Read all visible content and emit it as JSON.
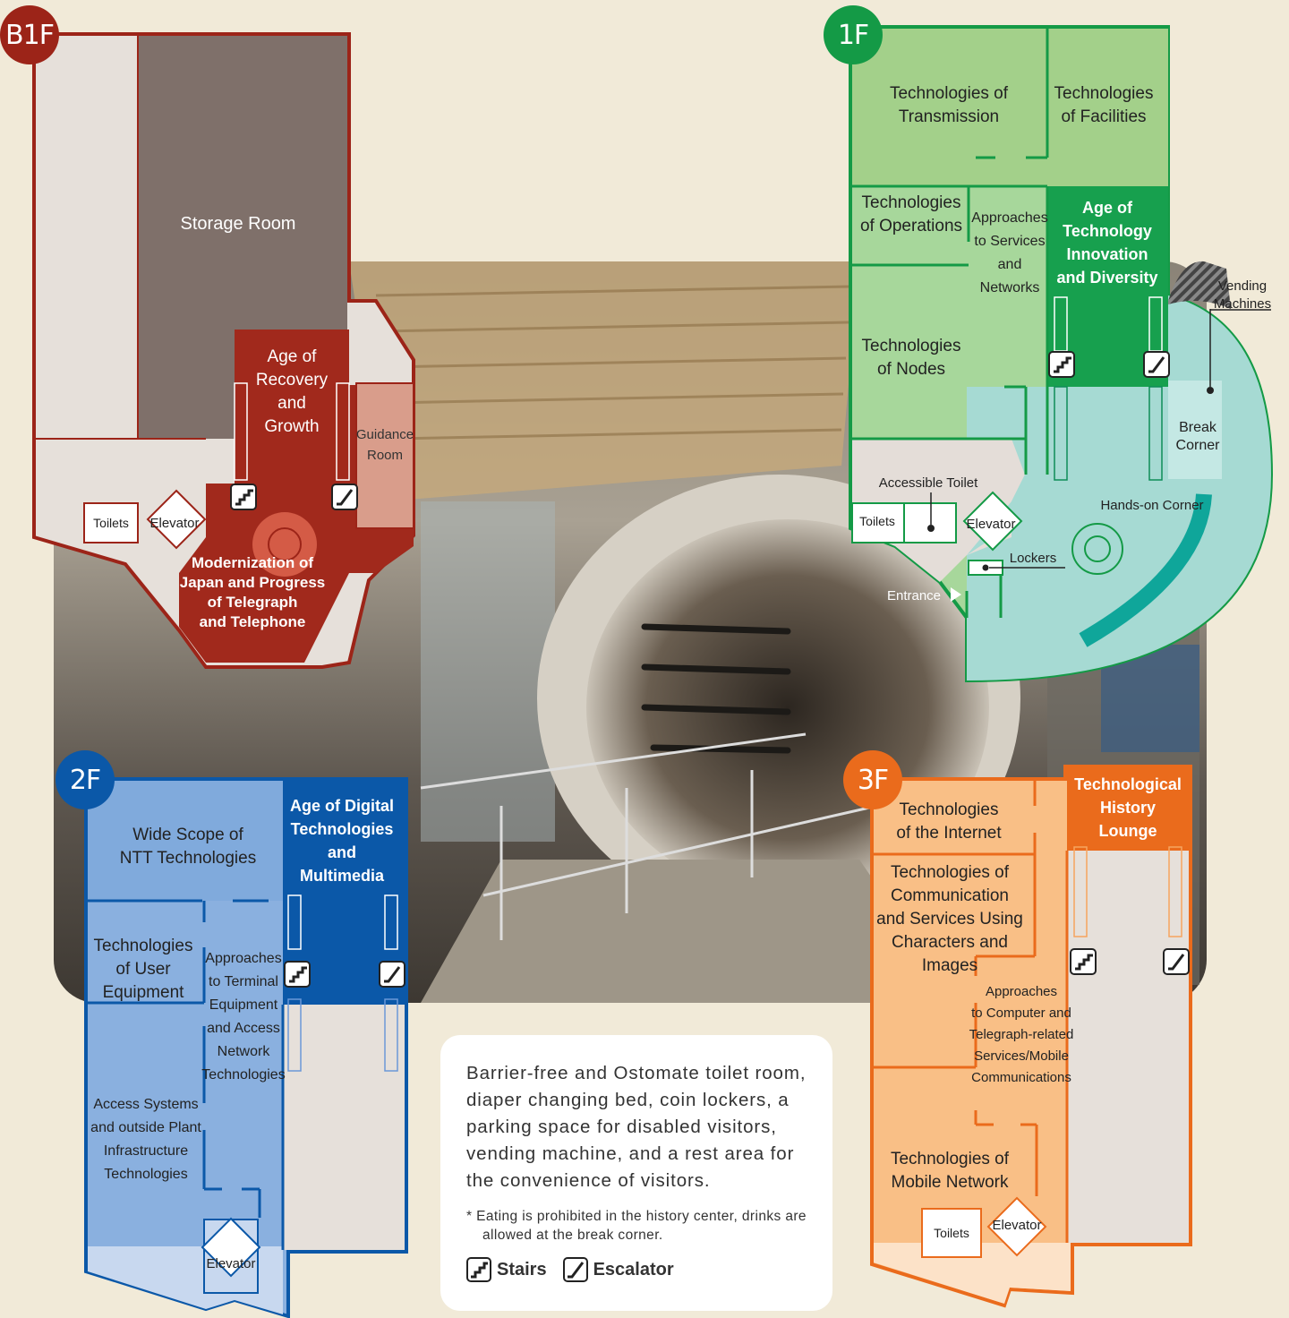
{
  "floors": {
    "b1f": {
      "badge": "B1F",
      "color": "#9c2418",
      "rooms": {
        "storage": "Storage Room",
        "recovery": [
          "Age of",
          "Recovery",
          "and",
          "Growth"
        ],
        "guidance": [
          "Guidance",
          "Room"
        ],
        "toilets": "Toilets",
        "elevator": "Elevator",
        "modern": [
          "Modernization of",
          "Japan and Progress",
          "of Telegraph",
          "and Telephone"
        ]
      }
    },
    "f1": {
      "badge": "1F",
      "color": "#149a46",
      "rooms": {
        "transmission": [
          "Technologies of",
          "Transmission"
        ],
        "facilities": [
          "Technologies",
          "of Facilities"
        ],
        "operations": [
          "Technologies",
          "of Operations"
        ],
        "approaches": [
          "Approaches",
          "to Services",
          "and",
          "Networks"
        ],
        "innovation": [
          "Age of",
          "Technology",
          "Innovation",
          "and Diversity"
        ],
        "nodes": [
          "Technologies",
          "of Nodes"
        ],
        "vending": [
          "Vending",
          "Machines"
        ],
        "break": [
          "Break",
          "Corner"
        ],
        "accessible": "Accessible Toilet",
        "toilets": "Toilets",
        "elevator": "Elevator",
        "handson": "Hands-on Corner",
        "lockers": "Lockers",
        "entrance": "Entrance"
      }
    },
    "f2": {
      "badge": "2F",
      "color": "#0b58a8",
      "rooms": {
        "wide": [
          "Wide Scope of",
          "NTT Technologies"
        ],
        "digital": [
          "Age of Digital",
          "Technologies",
          "and",
          "Multimedia"
        ],
        "user": [
          "Technologies",
          "of User",
          "Equipment"
        ],
        "terminal": [
          "Approaches",
          "to Terminal",
          "Equipment",
          "and Access",
          "Network",
          "Technologies"
        ],
        "access": [
          "Access Systems",
          "and outside Plant",
          "Infrastructure",
          "Technologies"
        ],
        "elevator": "Elevator"
      }
    },
    "f3": {
      "badge": "3F",
      "color": "#ea6b1c",
      "rooms": {
        "internet": [
          "Technologies",
          "of the Internet"
        ],
        "lounge": [
          "Technological",
          "History",
          "Lounge"
        ],
        "communication": [
          "Technologies of",
          "Communication",
          "and Services Using",
          "Characters and",
          "Images"
        ],
        "computer": [
          "Approaches",
          "to Computer and",
          "Telegraph-related",
          "Services/Mobile",
          "Communications"
        ],
        "mobile": [
          "Technologies of",
          "Mobile Network"
        ],
        "toilets": "Toilets",
        "elevator": "Elevator"
      }
    }
  },
  "info": {
    "text": "Barrier-free and Ostomate toilet room, diaper changing bed, coin lockers, a parking space for disabled visitors, vending machine, and a rest area for the convenience of visitors.",
    "note": "* Eating is prohibited in the history center, drinks are allowed at the break corner.",
    "legend_stairs": "Stairs",
    "legend_escalator": "Escalator"
  }
}
